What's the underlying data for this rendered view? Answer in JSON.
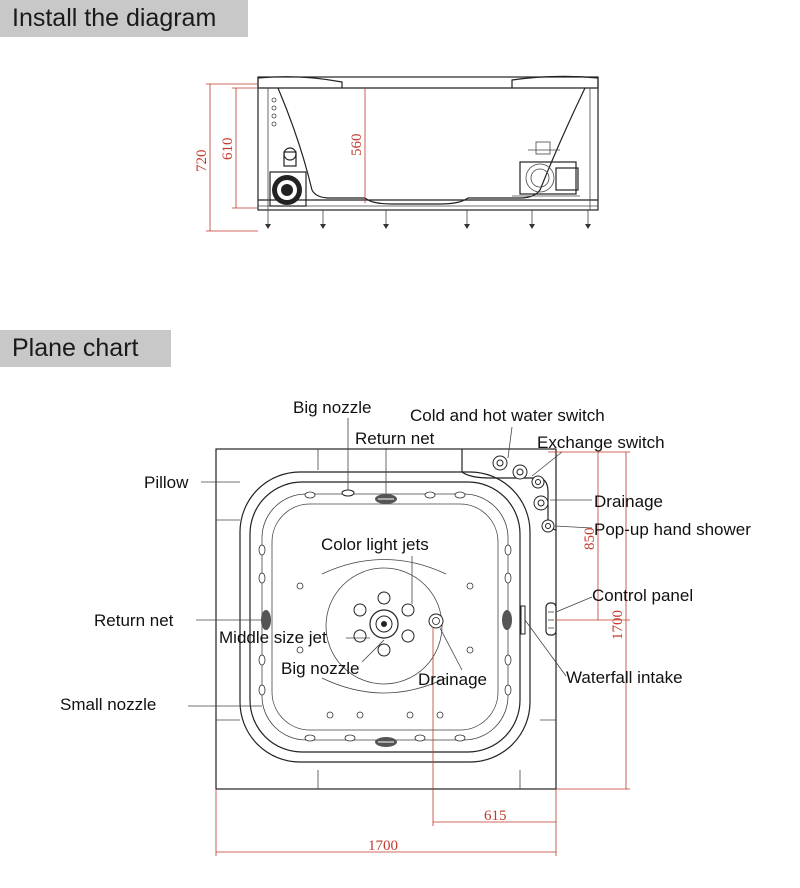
{
  "sections": {
    "install_title": "Install the diagram",
    "plane_title": "Plane chart"
  },
  "side_view": {
    "dimensions": [
      "720",
      "610",
      "560"
    ]
  },
  "plane": {
    "labels": {
      "big_nozzle_top": "Big  nozzle",
      "cold_hot_switch": "Cold and hot water switch",
      "return_net_top": "Return  net",
      "exchange_switch": "Exchange  switch",
      "pillow": "Pillow",
      "drainage_right": "Drainage",
      "popup_shower": "Pop-up hand shower",
      "color_light_jets": "Color light jets",
      "control_panel": "Control panel",
      "return_net_left": "Return  net",
      "middle_size_jet": "Middle size jet",
      "big_nozzle_center": "Big  nozzle",
      "drainage_center": "Drainage",
      "waterfall_intake": "Waterfall intake",
      "small_nozzle": "Small  nozzle"
    },
    "dimensions": {
      "d850": "850",
      "d1700_vertical": "1700",
      "d615": "615",
      "d1700_horizontal": "1700"
    }
  }
}
